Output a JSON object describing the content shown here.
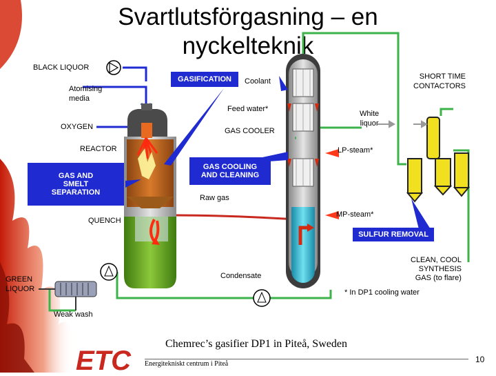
{
  "slide": {
    "title_line1": "Svartlutsförgasning – en",
    "title_line2": "nyckelteknik",
    "page_number": "10"
  },
  "labels": {
    "black_liquor": "BLACK LIQUOR",
    "atomising_media": "Atomising\nmedia",
    "oxygen": "OXYGEN",
    "reactor": "REACTOR",
    "gas_and_smelt": "GAS AND\nSMELT\nSEPARATION",
    "quench": "QUENCH",
    "green_liquor": "GREEN\nLIQUOR",
    "weak_wash": "Weak wash",
    "gasification": "GASIFICATION",
    "coolant": "Coolant",
    "feed_water": "Feed water*",
    "gas_cooler": "GAS COOLER",
    "gas_cooling_cleaning": "GAS COOLING\nAND CLEANING",
    "raw_gas": "Raw gas",
    "condensate": "Condensate",
    "white_liquor": "White\nliquor",
    "lp_steam": "LP-steam*",
    "mp_steam": "MP-steam*",
    "short_time_contactors": "SHORT TIME\nCONTACTORS",
    "sulfur_removal": "SULFUR REMOVAL",
    "clean_gas": "CLEAN, COOL\nSYNTHESIS\nGAS (to flare)",
    "footnote": "* In DP1 cooling water"
  },
  "footer": {
    "caption": "Chemrec’s gasifier DP1 in Piteå, Sweden",
    "logo_text": "ETC",
    "org_name": "Energitekniskt centrum i Piteå"
  },
  "colors": {
    "blue_line": "#1f2bd0",
    "green_line": "#3cb34a",
    "reactor_orange": "#d06a1e",
    "quench_green": "#6aa81e",
    "cooler_cyan": "#28c8e0",
    "contactor_yellow": "#f0e020",
    "etc_red": "#c8281e"
  }
}
